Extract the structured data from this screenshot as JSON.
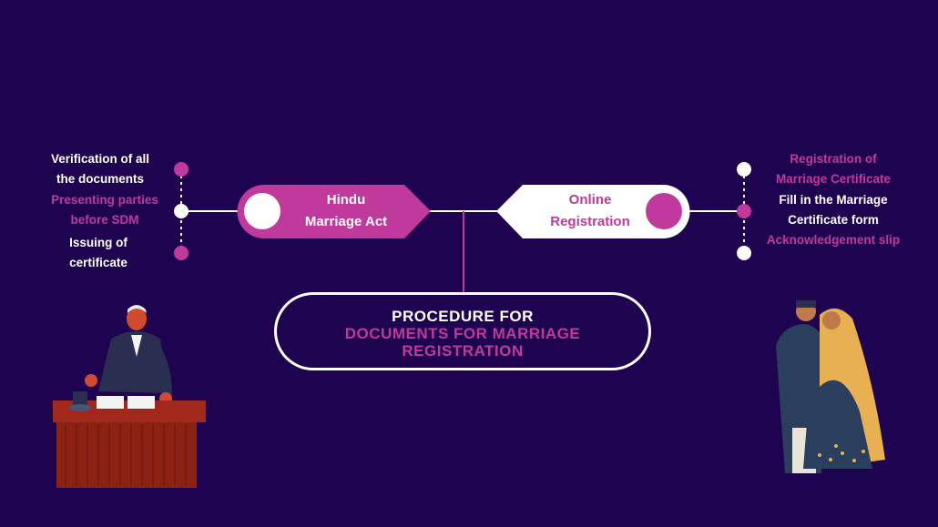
{
  "left_steps": [
    {
      "text": "Verification of all the documents",
      "color": "white"
    },
    {
      "text": "Presenting parties before SDM",
      "color": "pink"
    },
    {
      "text": "Issuing of certificate",
      "color": "white"
    }
  ],
  "right_steps": [
    {
      "text": "Registration of Marriage Certificate",
      "color": "pink"
    },
    {
      "text": "Fill in the Marriage Certificate form",
      "color": "white"
    },
    {
      "text": "Acknowledgement slip",
      "color": "pink"
    }
  ],
  "left_node": {
    "line1": "Hindu",
    "line2": "Marriage Act"
  },
  "right_node": {
    "line1": "Online",
    "line2": "Registration"
  },
  "center": {
    "line1": "PROCEDURE FOR",
    "line2": "DOCUMENTS FOR MARRIAGE",
    "line3": "REGISTRATION"
  },
  "colors": {
    "background": "#1e0450",
    "accent": "#c0399c",
    "white": "#ffffff"
  }
}
